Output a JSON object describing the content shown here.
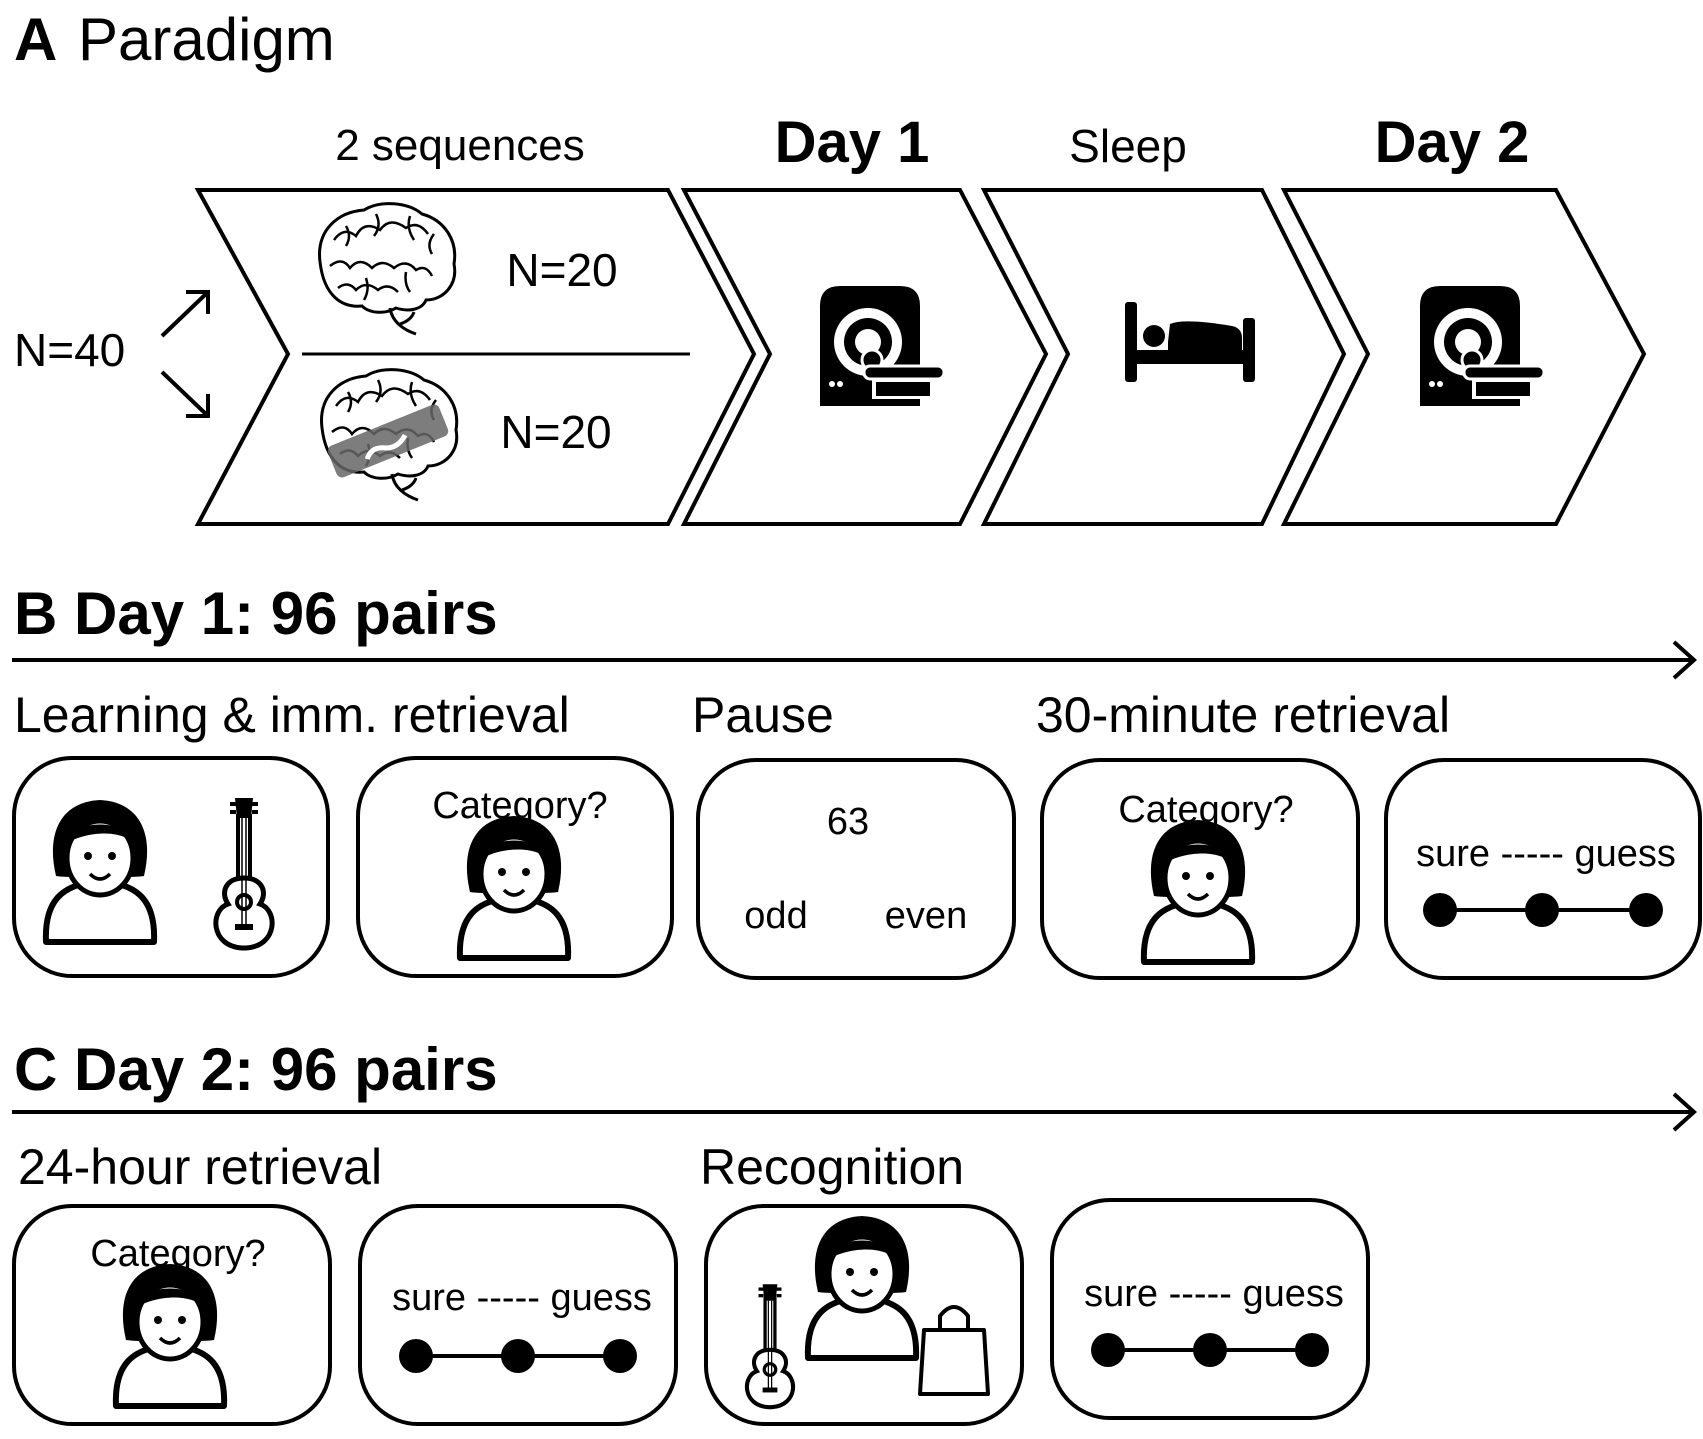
{
  "panels": {
    "a": {
      "letter": "A",
      "title": "Paradigm"
    },
    "b": {
      "title": "B Day 1: 96 pairs"
    },
    "c": {
      "title": "C Day 2: 96 pairs"
    }
  },
  "paradigm": {
    "total_label": "N=40",
    "sequences_label": "2 sequences",
    "group_top_n": "N=20",
    "group_bottom_n": "N=20",
    "day1_label": "Day 1",
    "sleep_label": "Sleep",
    "day2_label": "Day 2",
    "icons": [
      "brain-icon",
      "brain-stimulation-icon",
      "mri-scanner-icon",
      "bed-icon",
      "mri-scanner-icon"
    ]
  },
  "day1": {
    "stages": {
      "learning": "Learning & imm. retrieval",
      "pause": "Pause",
      "retrieval30": "30-minute retrieval"
    },
    "cards": {
      "retrieval_prompt": "Category?",
      "pause_number": "63",
      "pause_odd": "odd",
      "pause_even": "even",
      "retrieval30_prompt": "Category?",
      "confidence_scale": "sure ----- guess"
    }
  },
  "day2": {
    "stages": {
      "retrieval24": "24-hour retrieval",
      "recognition": "Recognition"
    },
    "cards": {
      "retrieval_prompt": "Category?",
      "confidence_scale_1": "sure ----- guess",
      "confidence_scale_2": "sure ----- guess"
    }
  },
  "colors": {
    "ink": "#000000",
    "background": "#ffffff",
    "stim_overlay": "#666666"
  }
}
